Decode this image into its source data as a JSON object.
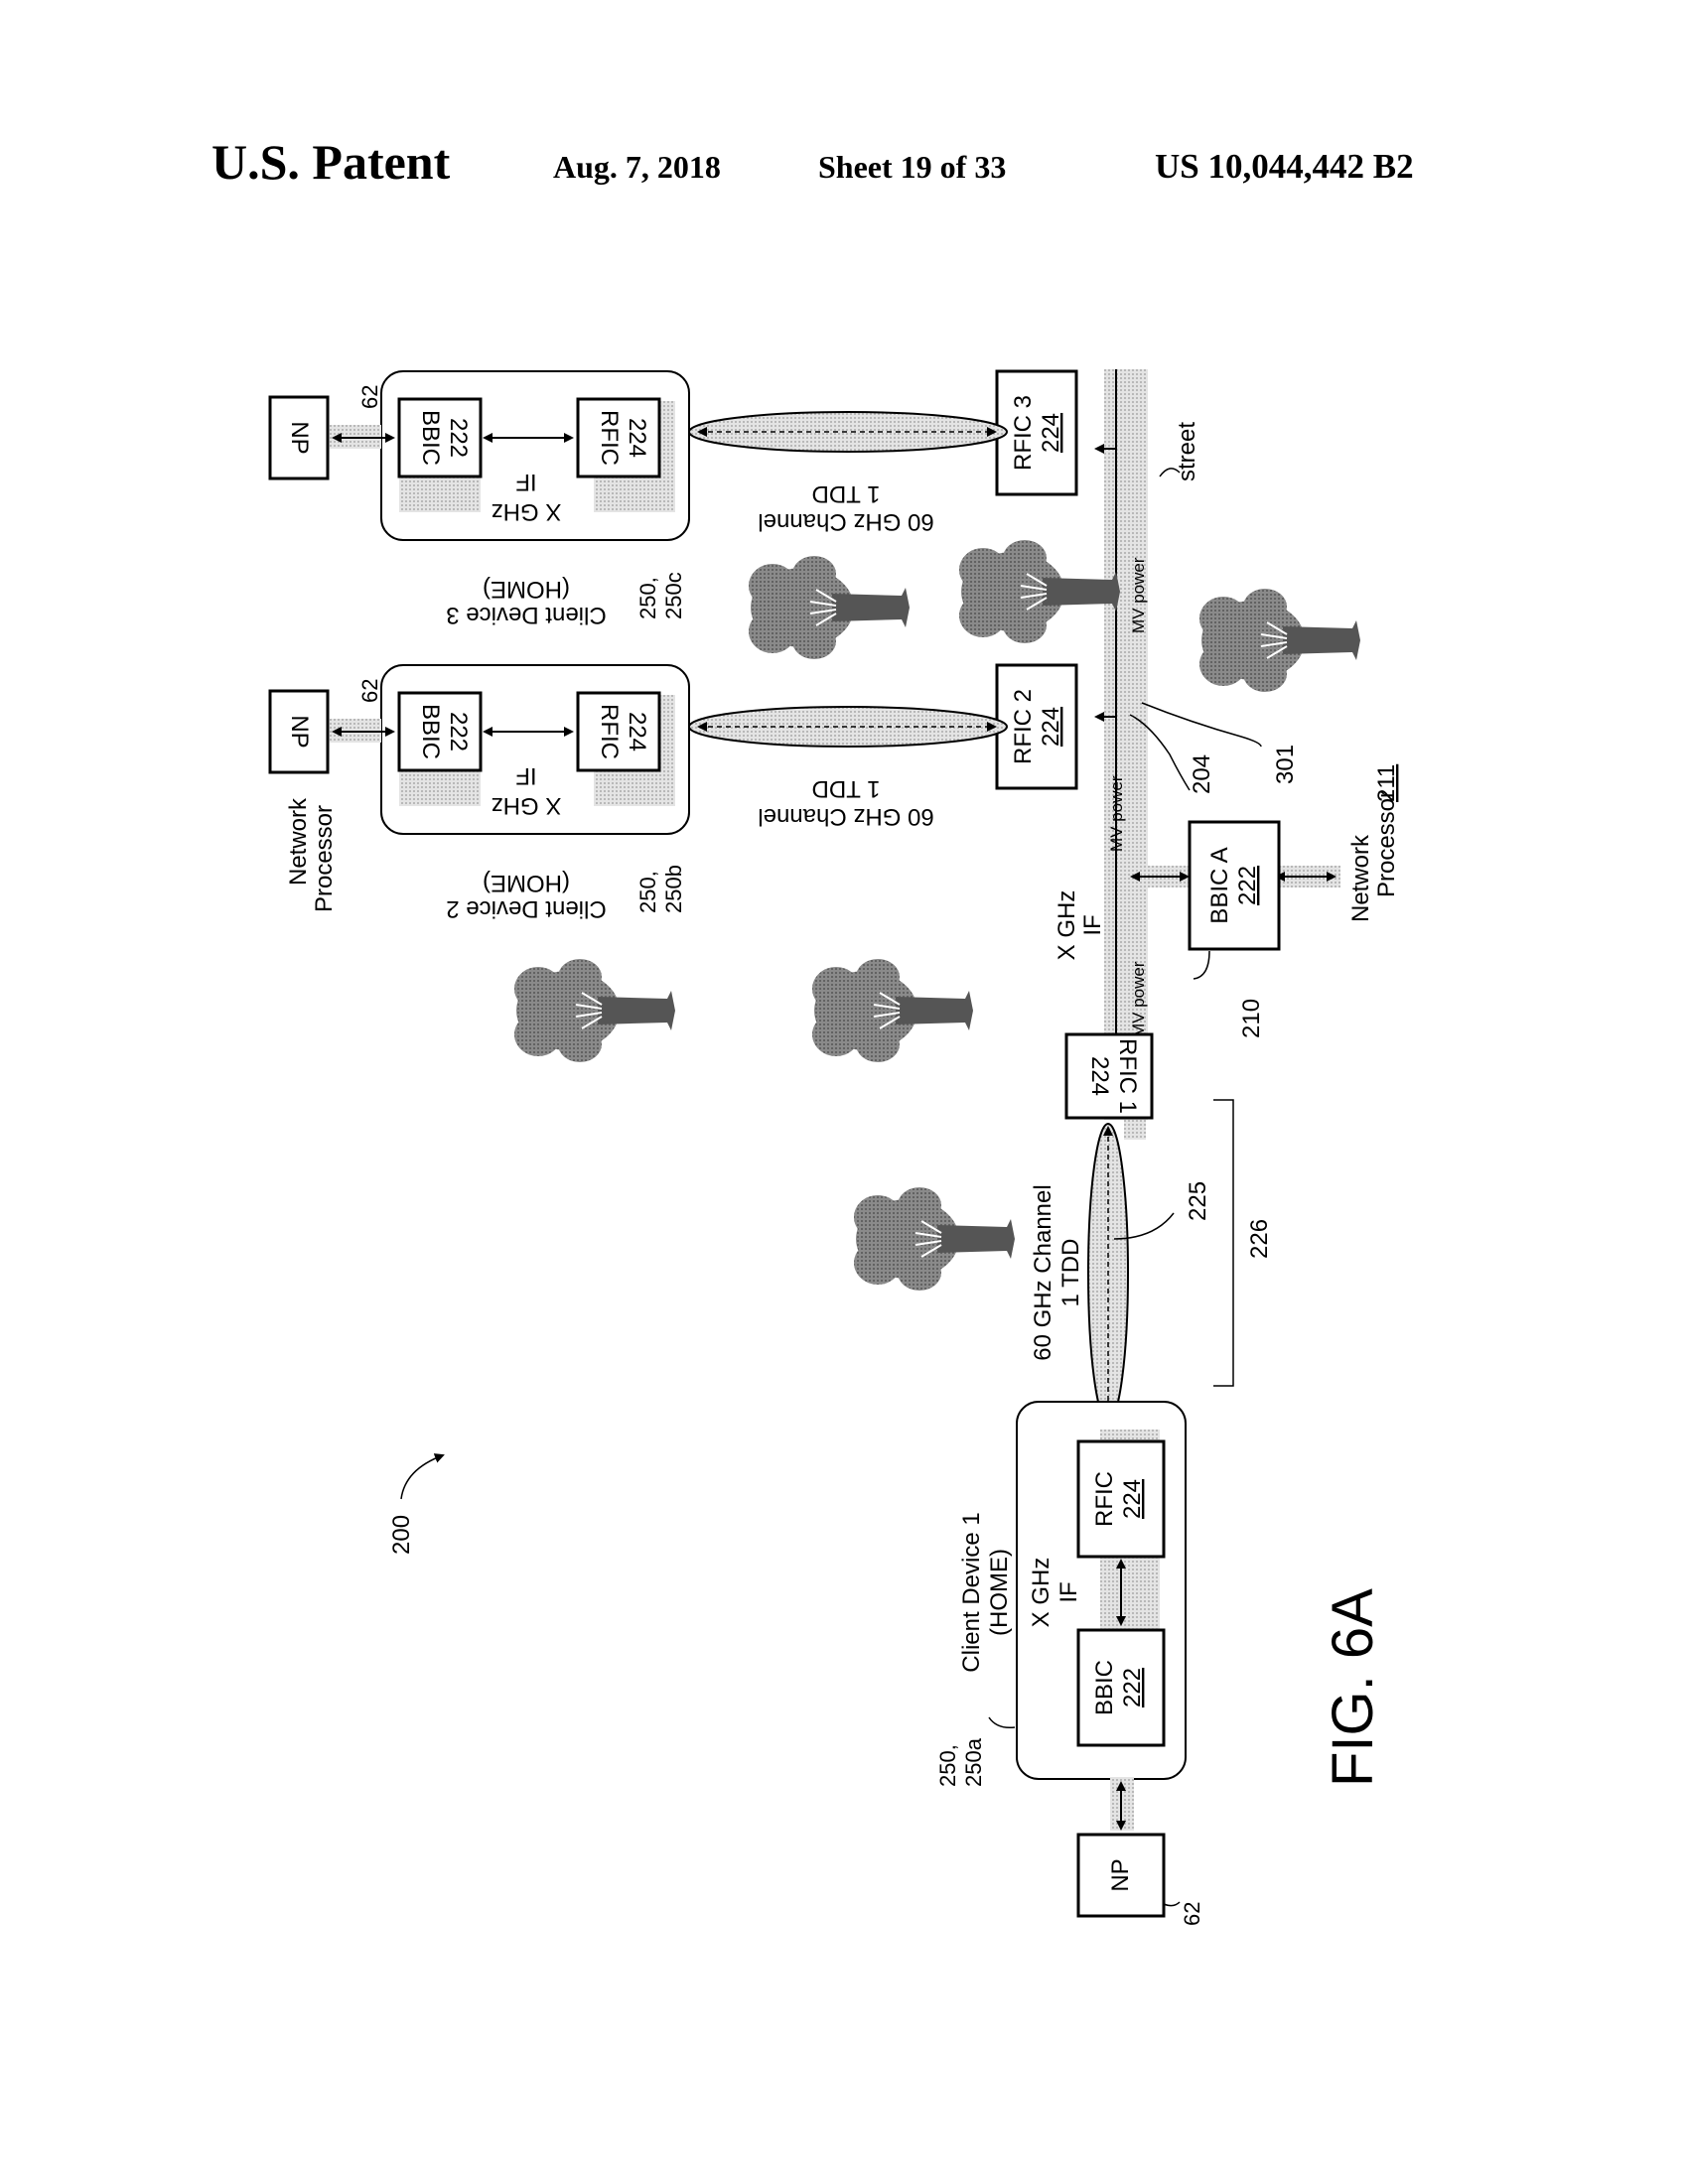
{
  "header": {
    "title": "U.S. Patent",
    "date": "Aug. 7, 2018",
    "sheet": "Sheet 19 of 33",
    "patent_number": "US 10,044,442 B2"
  },
  "figure": {
    "label": "FIG. 6A",
    "system_ref": "200",
    "client_devices": [
      {
        "title": "Client Device 1",
        "sub": "(HOME)",
        "ref": "250,",
        "ref2": "250a",
        "if_line1": "X GHz",
        "if_line2": "IF",
        "bbic_name": "BBIC",
        "bbic_num": "222",
        "rfic_name": "RFIC",
        "rfic_num": "224",
        "np_label": "NP",
        "np_ref": "62"
      },
      {
        "title": "Client Device 2",
        "sub": "(HOME)",
        "ref": "250,",
        "ref2": "250b",
        "if_line1": "X GHz",
        "if_line2": "IF",
        "bbic_name": "BBIC",
        "bbic_num": "222",
        "rfic_name": "RFIC",
        "rfic_num": "224",
        "np_label": "NP",
        "np_ref": "62",
        "np_caption1": "Network",
        "np_caption2": "Processor"
      },
      {
        "title": "Client Device 3",
        "sub": "(HOME)",
        "ref": "250,",
        "ref2": "250c",
        "if_line1": "X GHz",
        "if_line2": "IF",
        "bbic_name": "BBIC",
        "bbic_num": "222",
        "rfic_name": "RFIC",
        "rfic_num": "224",
        "np_label": "NP",
        "np_ref": "62"
      }
    ],
    "pole_rfics": [
      {
        "name": "RFIC 1",
        "num": "224"
      },
      {
        "name": "RFIC 2",
        "num": "224"
      },
      {
        "name": "RFIC 3",
        "num": "224"
      }
    ],
    "channels": [
      {
        "line1": "60 GHz Channel",
        "line2": "1 TDD",
        "ref": "225",
        "range_ref": "226"
      },
      {
        "line1": "60 GHz Channel",
        "line2": "1 TDD"
      },
      {
        "line1": "60 GHz Channel",
        "line2": "1 TDD"
      }
    ],
    "bbic_a": {
      "name": "BBIC A",
      "num": "222",
      "ref": "210"
    },
    "network_processor": {
      "line1": "Network",
      "line2": "Processor",
      "num": "211"
    },
    "street_if": {
      "line1": "X GHz",
      "line2": "IF"
    },
    "mv_power": [
      "MV power",
      "MV power",
      "MV power"
    ],
    "street_label": "street",
    "ref_204": "204",
    "ref_301": "301"
  }
}
